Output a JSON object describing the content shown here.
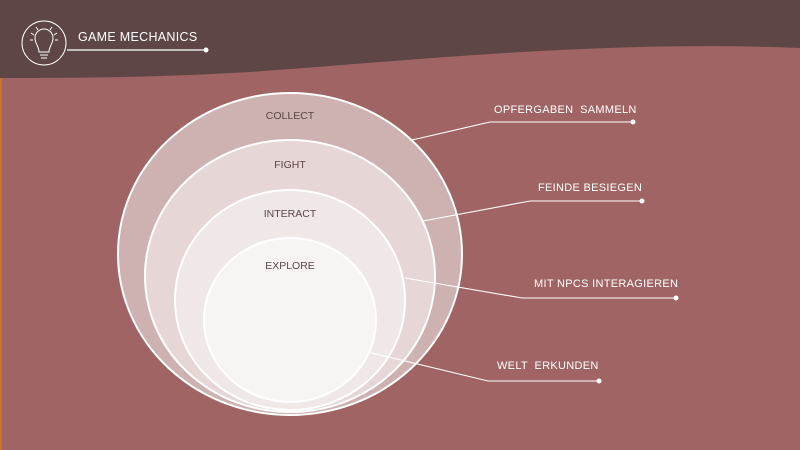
{
  "header": {
    "title": "GAME MECHANICS",
    "icon": "lightbulb-icon"
  },
  "colors": {
    "header_bg": "#5f4646",
    "body_bg": "#a06464",
    "accent_strip": "#c8742e"
  },
  "rings": [
    {
      "label": "COLLECT",
      "description": "OPFERGABEN  SAMMELN"
    },
    {
      "label": "FIGHT",
      "description": "FEINDE BESIEGEN"
    },
    {
      "label": "INTERACT",
      "description": "MIT NPCS INTERAGIEREN"
    },
    {
      "label": "EXPLORE",
      "description": "WELT  ERKUNDEN"
    }
  ]
}
